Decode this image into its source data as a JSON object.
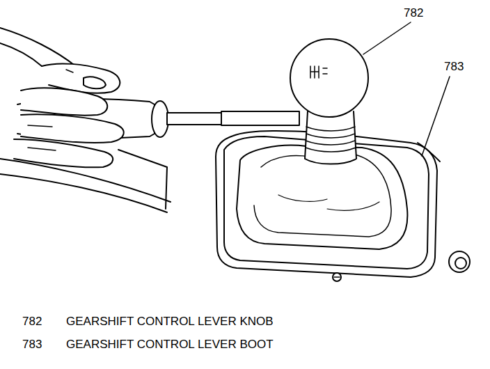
{
  "diagram": {
    "labels": [
      "782",
      "783",
      "782",
      "GEARSHIFT CONTROL LEVER KNOB",
      "783",
      "GEARSHIFT CONTROL LEVER BOOT"
    ]
  }
}
